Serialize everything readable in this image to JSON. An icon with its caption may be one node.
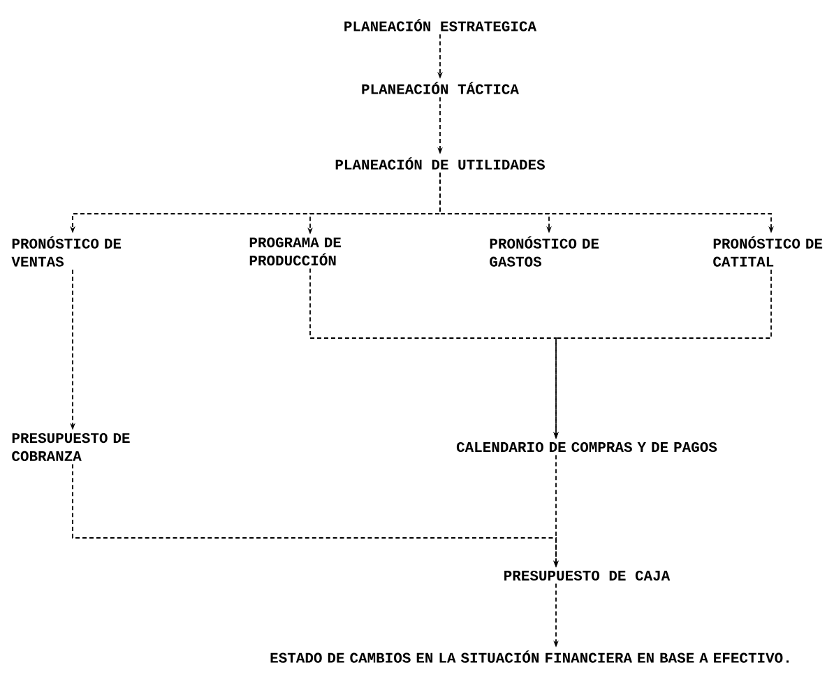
{
  "diagram": {
    "nodes": [
      {
        "text": [
          "PLANEACIÓN ESTRATEGICA"
        ]
      },
      {
        "text": [
          "PLANEACIÓN TÁCTICA"
        ]
      },
      {
        "text": [
          "PLANEACIÓN DE UTILIDADES"
        ]
      },
      {
        "text": [
          "PRONÓSTICO DE VENTAS"
        ]
      },
      {
        "text": [
          "PROGRAMA DE PRODUCCIÓN"
        ]
      },
      {
        "text": [
          "PRONÓSTICO DE GASTOS"
        ]
      },
      {
        "text": [
          "PRONÓSTICO DE CATITAL"
        ]
      },
      {
        "text": [
          "PRESUPUESTO DE COBRANZA"
        ]
      },
      {
        "text": [
          "CALENDARIO DE COMPRAS Y DE PAGOS"
        ]
      },
      {
        "text": [
          "PRESUPUESTO DE CAJA"
        ]
      },
      {
        "text": [
          "ESTADO DE CAMBIOS EN LA SITUACIÓN FINANCIERA EN BASE A EFECTIVO."
        ]
      }
    ],
    "edges": [
      {
        "from": 0,
        "to": 1,
        "arrow": "to",
        "style": "dashed"
      },
      {
        "from": 1,
        "to": 2,
        "arrow": "to",
        "style": "dashed"
      },
      {
        "from": 2,
        "to": 3,
        "arrow": "to",
        "style": "dashed"
      },
      {
        "from": 2,
        "to": 4,
        "arrow": "to",
        "style": "dashed"
      },
      {
        "from": 2,
        "to": 5,
        "arrow": "to",
        "style": "dashed"
      },
      {
        "from": 2,
        "to": 6,
        "arrow": "to",
        "style": "dashed"
      },
      {
        "from": 3,
        "to": 7,
        "arrow": "to",
        "style": "dashed"
      },
      {
        "from": 4,
        "to": 8,
        "arrow": "to",
        "style": "dashed"
      },
      {
        "from": 6,
        "to": 8,
        "arrow": "to",
        "style": "dashed"
      },
      {
        "from": 7,
        "to": 9,
        "arrow": "to",
        "style": "dashed"
      },
      {
        "from": 8,
        "to": 9,
        "arrow": "to",
        "style": "dashed"
      },
      {
        "from": 9,
        "to": 10,
        "arrow": "to",
        "style": "dashed"
      }
    ]
  }
}
